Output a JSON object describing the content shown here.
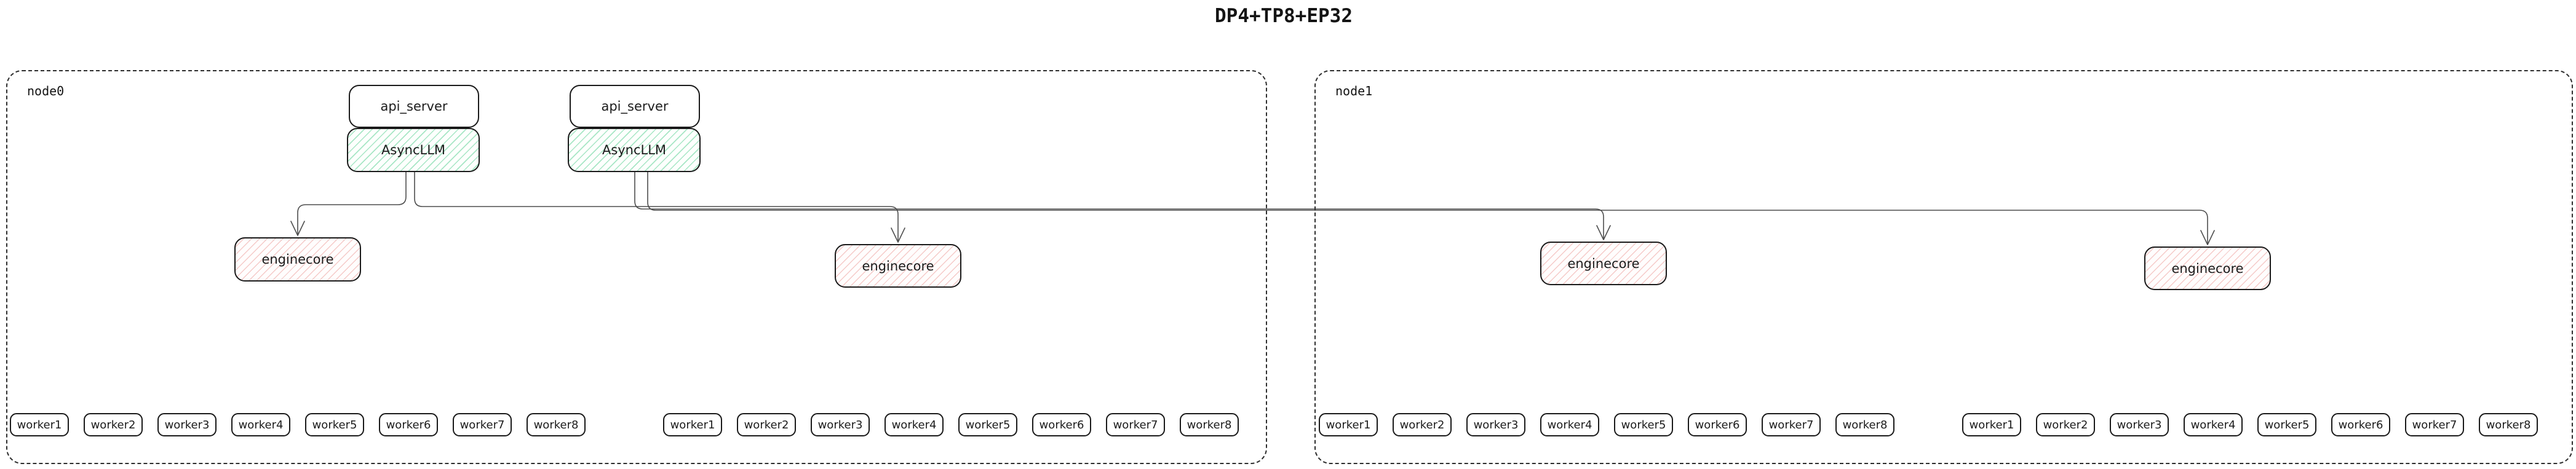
{
  "title": "DP4+TP8+EP32",
  "colors": {
    "background": "#ffffff",
    "box_border": "#1a1a1a",
    "node_border": "#2e2e2e",
    "asyncllm_hatch": "#6ed6a0",
    "enginecore_hatch": "#e8847e",
    "connector_line": "#4d4d4d"
  },
  "nodes": [
    {
      "label": "node0",
      "stacks": [
        {
          "api_label": "api_server",
          "llm_label": "AsyncLLM"
        },
        {
          "api_label": "api_server",
          "llm_label": "AsyncLLM"
        }
      ],
      "enginecores": [
        {
          "label": "enginecore"
        },
        {
          "label": "enginecore"
        }
      ],
      "worker_groups": [
        {
          "workers": [
            "worker1",
            "worker2",
            "worker3",
            "worker4",
            "worker5",
            "worker6",
            "worker7",
            "worker8"
          ]
        },
        {
          "workers": [
            "worker1",
            "worker2",
            "worker3",
            "worker4",
            "worker5",
            "worker6",
            "worker7",
            "worker8"
          ]
        }
      ]
    },
    {
      "label": "node1",
      "stacks": [],
      "enginecores": [
        {
          "label": "enginecore"
        },
        {
          "label": "enginecore"
        }
      ],
      "worker_groups": [
        {
          "workers": [
            "worker1",
            "worker2",
            "worker3",
            "worker4",
            "worker5",
            "worker6",
            "worker7",
            "worker8"
          ]
        },
        {
          "workers": [
            "worker1",
            "worker2",
            "worker3",
            "worker4",
            "worker5",
            "worker6",
            "worker7",
            "worker8"
          ]
        }
      ]
    }
  ]
}
